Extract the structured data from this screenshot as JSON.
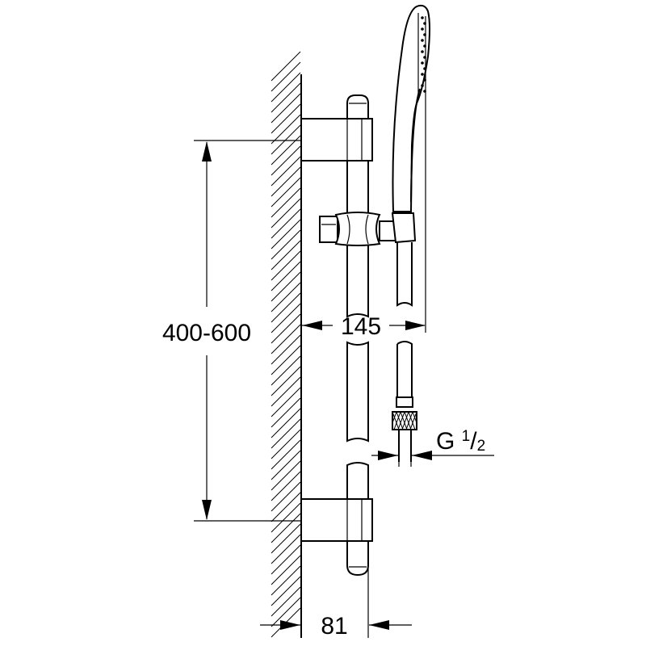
{
  "dimensions": {
    "height_range": "400-600",
    "projection": "145",
    "wall_offset": "81",
    "thread": {
      "prefix": "G ",
      "numerator": "1",
      "slash": "/",
      "denominator": "2"
    }
  }
}
